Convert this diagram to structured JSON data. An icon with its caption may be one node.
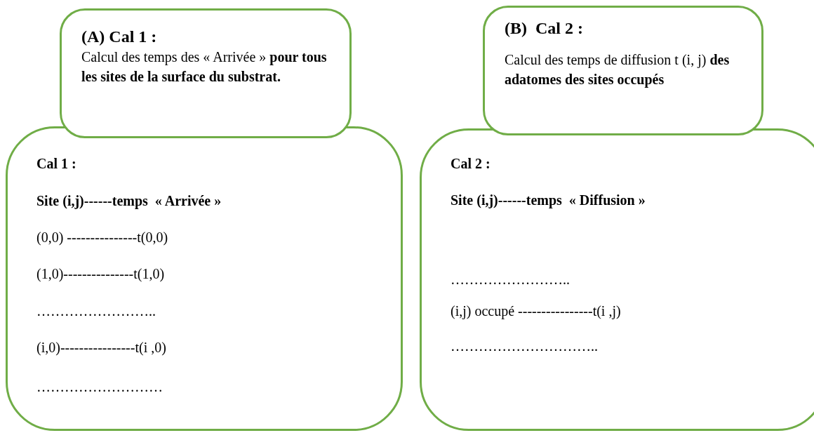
{
  "diagram": {
    "nodes": [
      {
        "text": [
          "(A) Cal 1 :",
          "Calcul des temps des « Arrivée » **pour tous les sites de la surface du substrat.**"
        ]
      },
      {
        "text": [
          "Cal 1 :",
          "Site (i,j)------temps  « Arrivée »",
          "(0,0) ---------------t(0,0)",
          "(1,0)---------------t(1,0)",
          "……………………..",
          "(i,0)----------------t(i ,0)",
          "………………………"
        ]
      },
      {
        "text": [
          "(B)  Cal 2 :",
          "Calcul des temps de diffusion t (i, j) **des adatomes des sites occupés**"
        ]
      },
      {
        "text": [
          "Cal 2 :",
          "Site (i,j)------temps  « Diffusion »",
          "……………………..",
          "(i,j) occupé ----------------t(i ,j)",
          "………………………….."
        ]
      }
    ]
  }
}
